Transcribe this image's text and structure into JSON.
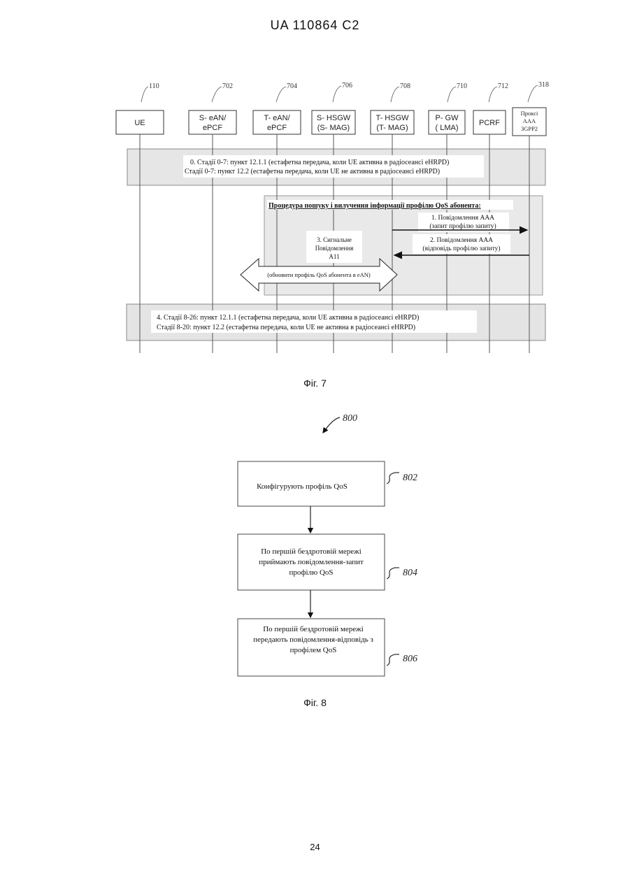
{
  "header": {
    "title": "UA   110864   C2"
  },
  "fig7": {
    "caption": "Фіг. 7",
    "entities": [
      {
        "ref": "110",
        "label_lines": [
          "UE"
        ]
      },
      {
        "ref": "702",
        "label_lines": [
          "S- eAN/",
          "ePCF"
        ]
      },
      {
        "ref": "704",
        "label_lines": [
          "T- eAN/",
          "ePCF"
        ]
      },
      {
        "ref": "706",
        "label_lines": [
          "S- HSGW",
          "(S- MAG)"
        ]
      },
      {
        "ref": "708",
        "label_lines": [
          "T- HSGW",
          "(T- MAG)"
        ]
      },
      {
        "ref": "710",
        "label_lines": [
          "P- GW",
          "( LMA)"
        ]
      },
      {
        "ref": "712",
        "label_lines": [
          "PCRF"
        ]
      },
      {
        "ref": "318",
        "label_lines": [
          "Проксі",
          "AAA",
          "3GPP2"
        ]
      }
    ],
    "stage0": {
      "line1": "0. Стадії 0-7: пункт 12.1.1 (естафетна передача, коли UE активна в радіосеансі eHRPD)",
      "line2": "Стадії 0-7: пункт 12.2 (естафетна передача, коли UE не активна в радіосеансі eHRPD)"
    },
    "procedure_title": "Процедура пошуку і вилучення інформації профілю QoS абонента:",
    "msg1": {
      "line1": "1. Повідомлення ААА",
      "line2": "(запит профілю запиту)"
    },
    "msg2": {
      "line1": "2. Повідомлення ААА",
      "line2": "(відповідь профілю запиту)"
    },
    "msg3": {
      "line1": "3. Сигнальне",
      "line2": "Повідомлення",
      "line3": "А11"
    },
    "update_note": "(обновити профіль QoS абонента в eAN)",
    "stage4": {
      "line1": "4. Стадії 8-26: пункт 12.1.1 (естафетна передача, коли UE активна в радіосеансі eHRPD)",
      "line2": "Стадії 8-20: пункт 12.2 (естафетна передача, коли UE не активна в радіосеансі eHRPD)"
    }
  },
  "fig8": {
    "caption": "Фіг. 8",
    "ref": "800",
    "steps": [
      {
        "ref": "802",
        "lines": [
          "Конфігурують профіль QoS"
        ]
      },
      {
        "ref": "804",
        "lines": [
          "По першій бездротовій мережі",
          "приймають повідомлення-запит",
          "профілю QoS"
        ]
      },
      {
        "ref": "806",
        "lines": [
          "По першій бездротовій мережі",
          "передають повідомлення-відповідь з",
          "профілем QoS"
        ]
      }
    ]
  },
  "page_number": "24"
}
